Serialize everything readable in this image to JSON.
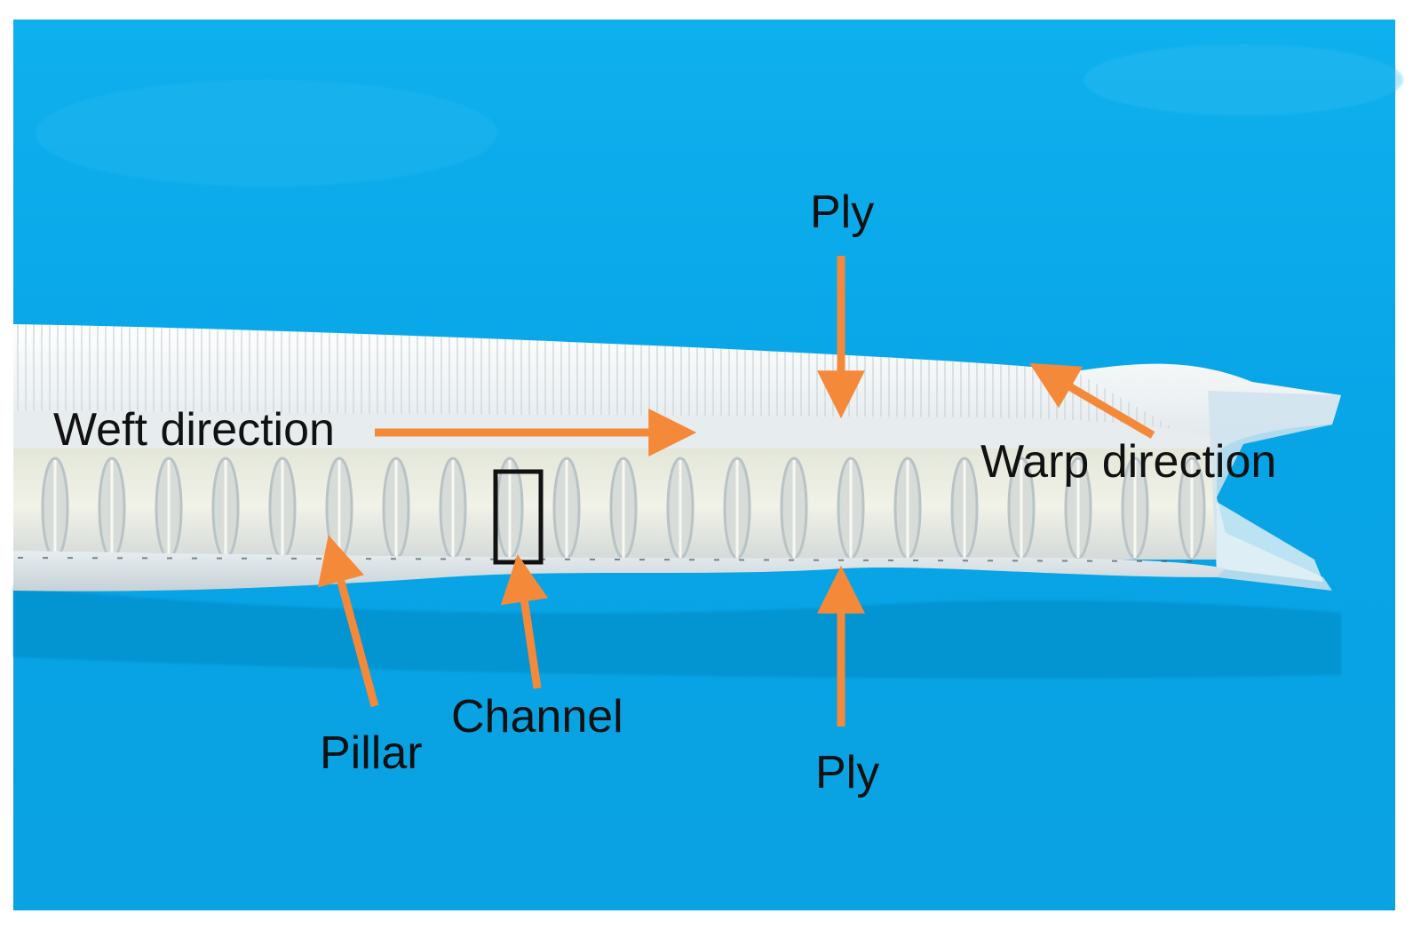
{
  "figure": {
    "labels": {
      "ply_top": "Ply",
      "ply_bottom": "Ply",
      "weft_direction": "Weft direction",
      "warp_direction": "Warp direction",
      "pillar": "Pillar",
      "channel": "Channel"
    },
    "colors": {
      "background_blue": "#0aa6e6",
      "arrow_orange": "#f5893a",
      "fabric_white": "#eef2f4",
      "label_text": "#111111",
      "channel_box": "#111111"
    }
  }
}
